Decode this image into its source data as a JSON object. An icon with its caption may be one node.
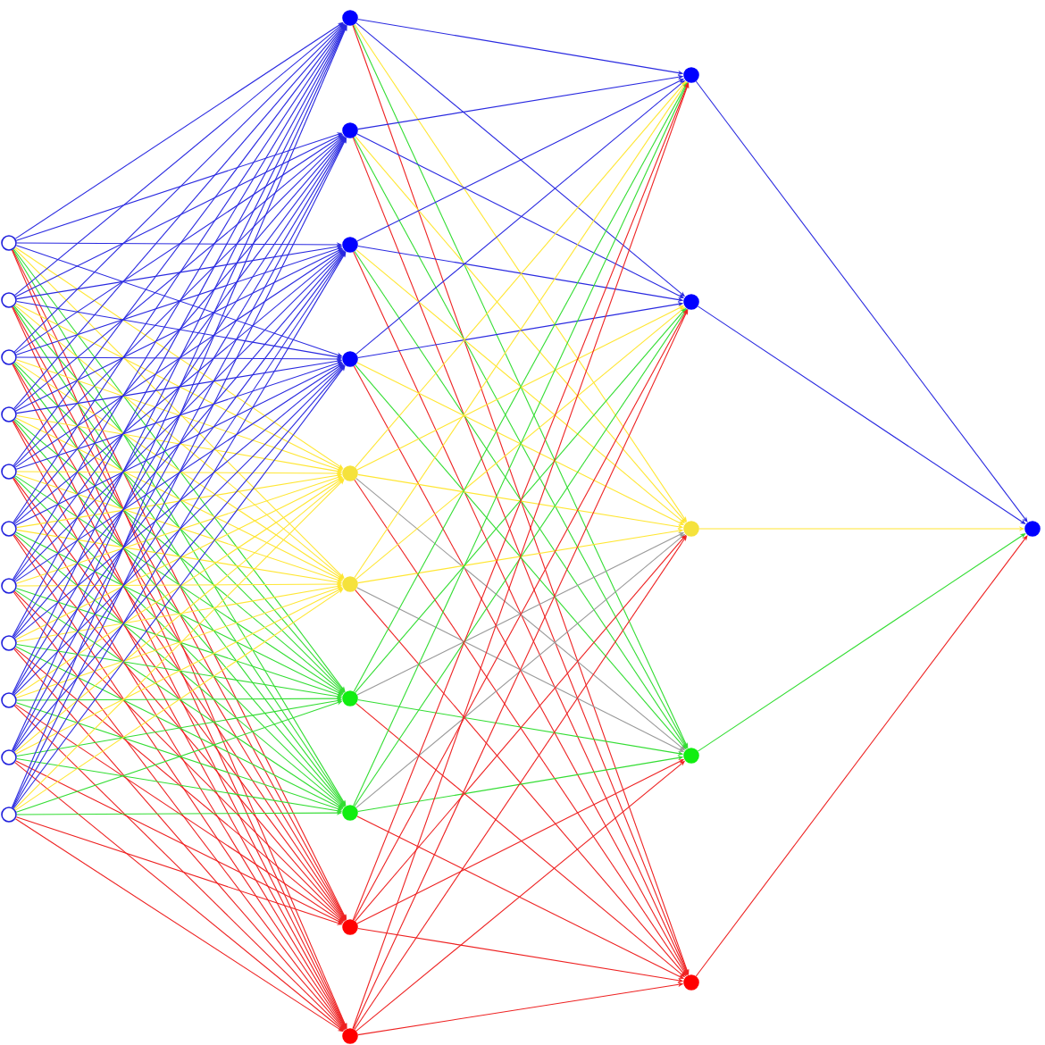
{
  "diagram": {
    "nodes": [
      {
        "text": [],
        "shape": "circle"
      },
      {
        "text": [],
        "shape": "circle"
      },
      {
        "text": [],
        "shape": "circle"
      },
      {
        "text": [],
        "shape": "circle"
      },
      {
        "text": [],
        "shape": "circle"
      },
      {
        "text": [],
        "shape": "circle"
      },
      {
        "text": [],
        "shape": "circle"
      },
      {
        "text": [],
        "shape": "circle"
      },
      {
        "text": [],
        "shape": "circle"
      },
      {
        "text": [],
        "shape": "circle"
      },
      {
        "text": [],
        "shape": "circle"
      },
      {
        "text": [],
        "shape": "circle"
      },
      {
        "text": [],
        "shape": "circle"
      },
      {
        "text": [],
        "shape": "circle"
      },
      {
        "text": [],
        "shape": "circle"
      },
      {
        "text": [],
        "shape": "circle"
      },
      {
        "text": [],
        "shape": "circle"
      },
      {
        "text": [],
        "shape": "circle"
      },
      {
        "text": [],
        "shape": "circle"
      },
      {
        "text": [],
        "shape": "circle"
      },
      {
        "text": [],
        "shape": "circle"
      },
      {
        "text": [],
        "shape": "circle"
      },
      {
        "text": [],
        "shape": "circle"
      },
      {
        "text": [],
        "shape": "circle"
      },
      {
        "text": [],
        "shape": "circle"
      },
      {
        "text": [],
        "shape": "circle"
      },
      {
        "text": [],
        "shape": "circle"
      }
    ],
    "edges": [
      {
        "from": 0,
        "to": 11,
        "arrow": "to"
      },
      {
        "from": 0,
        "to": 12,
        "arrow": "to"
      },
      {
        "from": 0,
        "to": 13,
        "arrow": "to"
      },
      {
        "from": 0,
        "to": 14,
        "arrow": "to"
      },
      {
        "from": 0,
        "to": 15,
        "arrow": "to",
        "color": "#ffe633"
      },
      {
        "from": 0,
        "to": 16,
        "arrow": "to",
        "color": "#ffe633"
      },
      {
        "from": 0,
        "to": 17,
        "arrow": "to",
        "color": "#33dd33"
      },
      {
        "from": 0,
        "to": 18,
        "arrow": "to",
        "color": "#33dd33"
      },
      {
        "from": 0,
        "to": 19,
        "arrow": "to",
        "color": "#ee2222"
      },
      {
        "from": 0,
        "to": 20,
        "arrow": "to",
        "color": "#ee2222"
      },
      {
        "from": 1,
        "to": 11,
        "arrow": "to"
      },
      {
        "from": 1,
        "to": 12,
        "arrow": "to"
      },
      {
        "from": 1,
        "to": 13,
        "arrow": "to"
      },
      {
        "from": 1,
        "to": 14,
        "arrow": "to"
      },
      {
        "from": 1,
        "to": 15,
        "arrow": "to",
        "color": "#ffe633"
      },
      {
        "from": 1,
        "to": 16,
        "arrow": "to",
        "color": "#ffe633"
      },
      {
        "from": 1,
        "to": 17,
        "arrow": "to",
        "color": "#33dd33"
      },
      {
        "from": 1,
        "to": 18,
        "arrow": "to",
        "color": "#33dd33"
      },
      {
        "from": 1,
        "to": 19,
        "arrow": "to",
        "color": "#ee2222"
      },
      {
        "from": 1,
        "to": 20,
        "arrow": "to",
        "color": "#ee2222"
      },
      {
        "from": 2,
        "to": 11,
        "arrow": "to"
      },
      {
        "from": 2,
        "to": 12,
        "arrow": "to"
      },
      {
        "from": 2,
        "to": 13,
        "arrow": "to"
      },
      {
        "from": 2,
        "to": 14,
        "arrow": "to"
      },
      {
        "from": 2,
        "to": 15,
        "arrow": "to",
        "color": "#ffe633"
      },
      {
        "from": 2,
        "to": 16,
        "arrow": "to",
        "color": "#ffe633"
      },
      {
        "from": 2,
        "to": 17,
        "arrow": "to",
        "color": "#33dd33"
      },
      {
        "from": 2,
        "to": 18,
        "arrow": "to",
        "color": "#33dd33"
      },
      {
        "from": 2,
        "to": 19,
        "arrow": "to",
        "color": "#ee2222"
      },
      {
        "from": 2,
        "to": 20,
        "arrow": "to",
        "color": "#ee2222"
      },
      {
        "from": 3,
        "to": 11,
        "arrow": "to"
      },
      {
        "from": 3,
        "to": 12,
        "arrow": "to"
      },
      {
        "from": 3,
        "to": 13,
        "arrow": "to"
      },
      {
        "from": 3,
        "to": 14,
        "arrow": "to"
      },
      {
        "from": 3,
        "to": 15,
        "arrow": "to",
        "color": "#ffe633"
      },
      {
        "from": 3,
        "to": 16,
        "arrow": "to",
        "color": "#ffe633"
      },
      {
        "from": 3,
        "to": 17,
        "arrow": "to",
        "color": "#33dd33"
      },
      {
        "from": 3,
        "to": 18,
        "arrow": "to",
        "color": "#33dd33"
      },
      {
        "from": 3,
        "to": 19,
        "arrow": "to",
        "color": "#ee2222"
      },
      {
        "from": 3,
        "to": 20,
        "arrow": "to",
        "color": "#ee2222"
      },
      {
        "from": 4,
        "to": 11,
        "arrow": "to"
      },
      {
        "from": 4,
        "to": 12,
        "arrow": "to"
      },
      {
        "from": 4,
        "to": 13,
        "arrow": "to"
      },
      {
        "from": 4,
        "to": 14,
        "arrow": "to"
      },
      {
        "from": 4,
        "to": 15,
        "arrow": "to",
        "color": "#ffe633"
      },
      {
        "from": 4,
        "to": 16,
        "arrow": "to",
        "color": "#ffe633"
      },
      {
        "from": 4,
        "to": 17,
        "arrow": "to",
        "color": "#33dd33"
      },
      {
        "from": 4,
        "to": 18,
        "arrow": "to",
        "color": "#33dd33"
      },
      {
        "from": 4,
        "to": 19,
        "arrow": "to",
        "color": "#ee2222"
      },
      {
        "from": 4,
        "to": 20,
        "arrow": "to",
        "color": "#ee2222"
      },
      {
        "from": 5,
        "to": 11,
        "arrow": "to"
      },
      {
        "from": 5,
        "to": 12,
        "arrow": "to"
      },
      {
        "from": 5,
        "to": 13,
        "arrow": "to"
      },
      {
        "from": 5,
        "to": 14,
        "arrow": "to"
      },
      {
        "from": 5,
        "to": 15,
        "arrow": "to",
        "color": "#ffe633"
      },
      {
        "from": 5,
        "to": 16,
        "arrow": "to",
        "color": "#ffe633"
      },
      {
        "from": 5,
        "to": 17,
        "arrow": "to",
        "color": "#33dd33"
      },
      {
        "from": 5,
        "to": 18,
        "arrow": "to",
        "color": "#33dd33"
      },
      {
        "from": 5,
        "to": 19,
        "arrow": "to",
        "color": "#ee2222"
      },
      {
        "from": 5,
        "to": 20,
        "arrow": "to",
        "color": "#ee2222"
      },
      {
        "from": 6,
        "to": 11,
        "arrow": "to"
      },
      {
        "from": 6,
        "to": 12,
        "arrow": "to"
      },
      {
        "from": 6,
        "to": 13,
        "arrow": "to"
      },
      {
        "from": 6,
        "to": 14,
        "arrow": "to"
      },
      {
        "from": 6,
        "to": 15,
        "arrow": "to",
        "color": "#ffe633"
      },
      {
        "from": 6,
        "to": 16,
        "arrow": "to",
        "color": "#ffe633"
      },
      {
        "from": 6,
        "to": 17,
        "arrow": "to",
        "color": "#33dd33"
      },
      {
        "from": 6,
        "to": 18,
        "arrow": "to",
        "color": "#33dd33"
      },
      {
        "from": 6,
        "to": 19,
        "arrow": "to",
        "color": "#ee2222"
      },
      {
        "from": 6,
        "to": 20,
        "arrow": "to",
        "color": "#ee2222"
      },
      {
        "from": 7,
        "to": 11,
        "arrow": "to"
      },
      {
        "from": 7,
        "to": 12,
        "arrow": "to"
      },
      {
        "from": 7,
        "to": 13,
        "arrow": "to"
      },
      {
        "from": 7,
        "to": 14,
        "arrow": "to"
      },
      {
        "from": 7,
        "to": 15,
        "arrow": "to",
        "color": "#ffe633"
      },
      {
        "from": 7,
        "to": 16,
        "arrow": "to",
        "color": "#ffe633"
      },
      {
        "from": 7,
        "to": 17,
        "arrow": "to",
        "color": "#33dd33"
      },
      {
        "from": 7,
        "to": 18,
        "arrow": "to",
        "color": "#33dd33"
      },
      {
        "from": 7,
        "to": 19,
        "arrow": "to",
        "color": "#ee2222"
      },
      {
        "from": 7,
        "to": 20,
        "arrow": "to",
        "color": "#ee2222"
      },
      {
        "from": 8,
        "to": 11,
        "arrow": "to"
      },
      {
        "from": 8,
        "to": 12,
        "arrow": "to"
      },
      {
        "from": 8,
        "to": 13,
        "arrow": "to"
      },
      {
        "from": 8,
        "to": 14,
        "arrow": "to"
      },
      {
        "from": 8,
        "to": 15,
        "arrow": "to",
        "color": "#ffe633"
      },
      {
        "from": 8,
        "to": 16,
        "arrow": "to",
        "color": "#ffe633"
      },
      {
        "from": 8,
        "to": 17,
        "arrow": "to",
        "color": "#33dd33"
      },
      {
        "from": 8,
        "to": 18,
        "arrow": "to",
        "color": "#33dd33"
      },
      {
        "from": 8,
        "to": 19,
        "arrow": "to",
        "color": "#ee2222"
      },
      {
        "from": 8,
        "to": 20,
        "arrow": "to",
        "color": "#ee2222"
      },
      {
        "from": 9,
        "to": 11,
        "arrow": "to"
      },
      {
        "from": 9,
        "to": 12,
        "arrow": "to"
      },
      {
        "from": 9,
        "to": 13,
        "arrow": "to"
      },
      {
        "from": 9,
        "to": 14,
        "arrow": "to"
      },
      {
        "from": 9,
        "to": 15,
        "arrow": "to",
        "color": "#ffe633"
      },
      {
        "from": 9,
        "to": 16,
        "arrow": "to",
        "color": "#ffe633"
      },
      {
        "from": 9,
        "to": 17,
        "arrow": "to",
        "color": "#33dd33"
      },
      {
        "from": 9,
        "to": 18,
        "arrow": "to",
        "color": "#33dd33"
      },
      {
        "from": 9,
        "to": 19,
        "arrow": "to",
        "color": "#ee2222"
      },
      {
        "from": 9,
        "to": 20,
        "arrow": "to",
        "color": "#ee2222"
      },
      {
        "from": 10,
        "to": 11,
        "arrow": "to"
      },
      {
        "from": 10,
        "to": 12,
        "arrow": "to"
      },
      {
        "from": 10,
        "to": 13,
        "arrow": "to"
      },
      {
        "from": 10,
        "to": 14,
        "arrow": "to"
      },
      {
        "from": 10,
        "to": 15,
        "arrow": "to",
        "color": "#ffe633"
      },
      {
        "from": 10,
        "to": 16,
        "arrow": "to",
        "color": "#ffe633"
      },
      {
        "from": 10,
        "to": 17,
        "arrow": "to",
        "color": "#33dd33"
      },
      {
        "from": 10,
        "to": 18,
        "arrow": "to",
        "color": "#33dd33"
      },
      {
        "from": 10,
        "to": 19,
        "arrow": "to",
        "color": "#ee2222"
      },
      {
        "from": 10,
        "to": 20,
        "arrow": "to",
        "color": "#ee2222"
      },
      {
        "from": 11,
        "to": 21,
        "arrow": "to"
      },
      {
        "from": 11,
        "to": 22,
        "arrow": "to"
      },
      {
        "from": 11,
        "to": 23,
        "arrow": "to",
        "color": "#ffe633"
      },
      {
        "from": 11,
        "to": 24,
        "arrow": "to",
        "color": "#33dd33"
      },
      {
        "from": 11,
        "to": 25,
        "arrow": "to",
        "color": "#ee2222"
      },
      {
        "from": 12,
        "to": 21,
        "arrow": "to"
      },
      {
        "from": 12,
        "to": 22,
        "arrow": "to"
      },
      {
        "from": 12,
        "to": 23,
        "arrow": "to",
        "color": "#ffe633"
      },
      {
        "from": 12,
        "to": 24,
        "arrow": "to",
        "color": "#33dd33"
      },
      {
        "from": 12,
        "to": 25,
        "arrow": "to",
        "color": "#ee2222"
      },
      {
        "from": 13,
        "to": 21,
        "arrow": "to"
      },
      {
        "from": 13,
        "to": 22,
        "arrow": "to"
      },
      {
        "from": 13,
        "to": 23,
        "arrow": "to",
        "color": "#ffe633"
      },
      {
        "from": 13,
        "to": 24,
        "arrow": "to",
        "color": "#33dd33"
      },
      {
        "from": 13,
        "to": 25,
        "arrow": "to",
        "color": "#ee2222"
      },
      {
        "from": 14,
        "to": 21,
        "arrow": "to"
      },
      {
        "from": 14,
        "to": 22,
        "arrow": "to"
      },
      {
        "from": 14,
        "to": 23,
        "arrow": "to",
        "color": "#ffe633"
      },
      {
        "from": 14,
        "to": 24,
        "arrow": "to",
        "color": "#33dd33"
      },
      {
        "from": 14,
        "to": 25,
        "arrow": "to",
        "color": "#ee2222"
      },
      {
        "from": 15,
        "to": 21,
        "arrow": "to",
        "color": "#ffe633"
      },
      {
        "from": 15,
        "to": 22,
        "arrow": "to",
        "color": "#ffe633"
      },
      {
        "from": 15,
        "to": 23,
        "arrow": "to",
        "color": "#ffe633"
      },
      {
        "from": 15,
        "to": 24,
        "arrow": "to",
        "color": "#999999"
      },
      {
        "from": 15,
        "to": 25,
        "arrow": "to",
        "color": "#ee2222"
      },
      {
        "from": 16,
        "to": 21,
        "arrow": "to",
        "color": "#ffe633"
      },
      {
        "from": 16,
        "to": 22,
        "arrow": "to",
        "color": "#ffe633"
      },
      {
        "from": 16,
        "to": 23,
        "arrow": "to",
        "color": "#ffe633"
      },
      {
        "from": 16,
        "to": 24,
        "arrow": "to",
        "color": "#999999"
      },
      {
        "from": 16,
        "to": 25,
        "arrow": "to",
        "color": "#ee2222"
      },
      {
        "from": 17,
        "to": 21,
        "arrow": "to",
        "color": "#33dd33"
      },
      {
        "from": 17,
        "to": 22,
        "arrow": "to",
        "color": "#33dd33"
      },
      {
        "from": 17,
        "to": 23,
        "arrow": "to",
        "color": "#999999"
      },
      {
        "from": 17,
        "to": 24,
        "arrow": "to",
        "color": "#33dd33"
      },
      {
        "from": 17,
        "to": 25,
        "arrow": "to",
        "color": "#ee2222"
      },
      {
        "from": 18,
        "to": 21,
        "arrow": "to",
        "color": "#33dd33"
      },
      {
        "from": 18,
        "to": 22,
        "arrow": "to",
        "color": "#33dd33"
      },
      {
        "from": 18,
        "to": 23,
        "arrow": "to",
        "color": "#999999"
      },
      {
        "from": 18,
        "to": 24,
        "arrow": "to",
        "color": "#33dd33"
      },
      {
        "from": 18,
        "to": 25,
        "arrow": "to",
        "color": "#ee2222"
      },
      {
        "from": 19,
        "to": 21,
        "arrow": "to",
        "color": "#ee2222"
      },
      {
        "from": 19,
        "to": 22,
        "arrow": "to",
        "color": "#ee2222"
      },
      {
        "from": 19,
        "to": 23,
        "arrow": "to",
        "color": "#ee2222"
      },
      {
        "from": 19,
        "to": 24,
        "arrow": "to",
        "color": "#ee2222"
      },
      {
        "from": 19,
        "to": 25,
        "arrow": "to",
        "color": "#ee2222"
      },
      {
        "from": 20,
        "to": 21,
        "arrow": "to",
        "color": "#ee2222"
      },
      {
        "from": 20,
        "to": 22,
        "arrow": "to",
        "color": "#ee2222"
      },
      {
        "from": 20,
        "to": 23,
        "arrow": "to",
        "color": "#ee2222"
      },
      {
        "from": 20,
        "to": 24,
        "arrow": "to",
        "color": "#ee2222"
      },
      {
        "from": 20,
        "to": 25,
        "arrow": "to",
        "color": "#ee2222"
      },
      {
        "from": 21,
        "to": 26,
        "arrow": "to"
      },
      {
        "from": 22,
        "to": 26,
        "arrow": "to"
      },
      {
        "from": 23,
        "to": 26,
        "arrow": "to",
        "color": "#ffe633"
      },
      {
        "from": 24,
        "to": 26,
        "arrow": "to",
        "color": "#33dd33"
      },
      {
        "from": 25,
        "to": 26,
        "arrow": "to",
        "color": "#ee2222"
      }
    ]
  }
}
